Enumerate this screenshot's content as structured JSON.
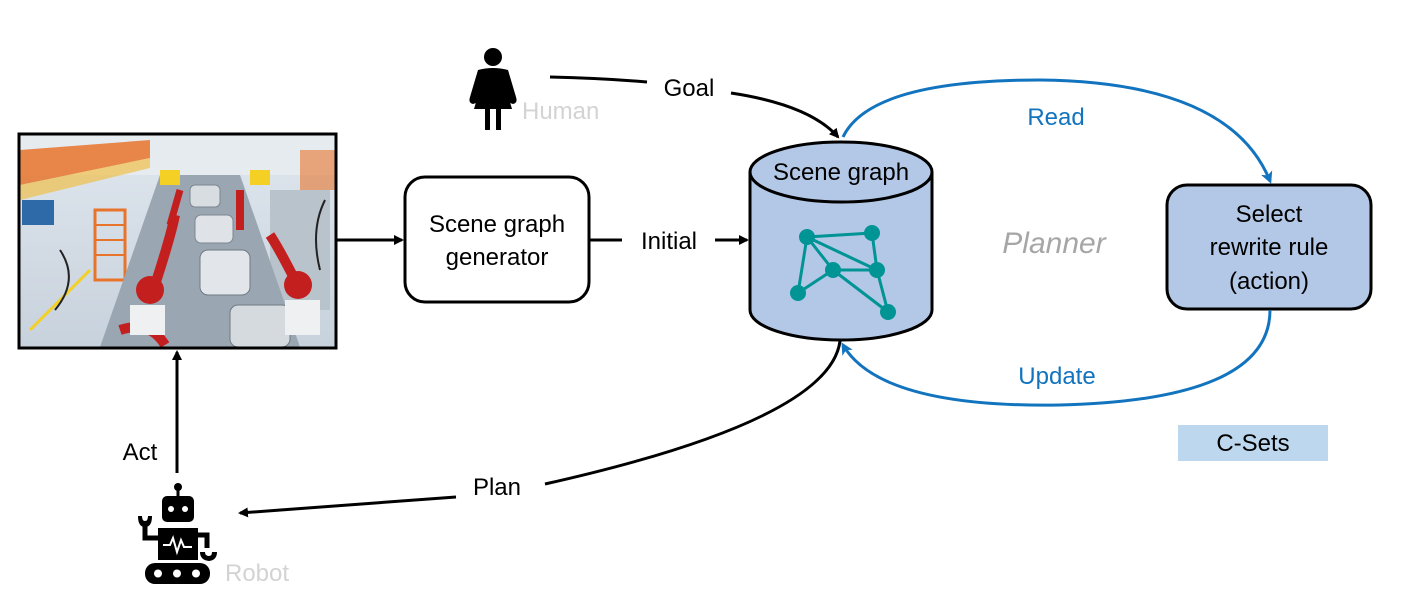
{
  "diagram": {
    "photo": {
      "description": "Automotive factory assembly line with robot arms"
    },
    "human": {
      "label": "Human",
      "icon": "person-icon"
    },
    "robot": {
      "label": "Robot",
      "icon": "robot-icon"
    },
    "generator": {
      "line1": "Scene graph",
      "line2": "generator"
    },
    "scene_graph": {
      "label": "Scene graph",
      "icon": "graph-network-icon"
    },
    "rule_box": {
      "line1": "Select",
      "line2": "rewrite rule",
      "line3": "(action)"
    },
    "planner_label": "Planner",
    "csets_label": "C-Sets",
    "edges": {
      "goal": "Goal",
      "initial": "Initial",
      "read": "Read",
      "update": "Update",
      "plan": "Plan",
      "act": "Act"
    },
    "colors": {
      "node_fill": "#b3c7e6",
      "accent_blue": "#1273be",
      "graph_teal": "#009494",
      "csets_fill": "#bdd7ee",
      "muted_label": "#d3d3d3",
      "planner_text": "#a6a6a6"
    }
  }
}
